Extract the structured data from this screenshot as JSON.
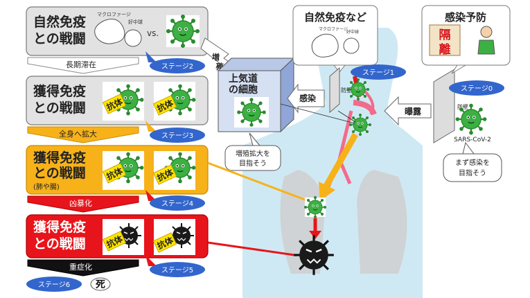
{
  "stages": {
    "s0": "ステージ0",
    "s1": "ステージ1",
    "s2": "ステージ2",
    "s3": "ステージ3",
    "s4": "ステージ4",
    "s5": "ステージ5",
    "s6": "ステージ6"
  },
  "left": {
    "innate": {
      "line1": "自然免疫",
      "line2": "との戦闘",
      "macrophage": "マクロファージ",
      "neutrophil": "好中球",
      "vs": "vs."
    },
    "acquired1": {
      "line1": "獲得免疫",
      "line2": "との戦闘"
    },
    "acquired2": {
      "line1": "獲得免疫",
      "line2": "との戦闘",
      "sub": "(肺や腸)"
    },
    "acquired3": {
      "line1": "獲得免疫",
      "line2": "との戦闘"
    },
    "antibody_chars": [
      "抗",
      "体"
    ]
  },
  "arrows": {
    "long_stay": "長期滞在",
    "spread": "全身へ拡大",
    "severe": "凶暴化",
    "critical": "重症化",
    "death": "死",
    "proliferate_chars": [
      "増",
      "殖"
    ],
    "infect": "感染",
    "expose": "曝露"
  },
  "cell": {
    "line1": "上気道",
    "line2": "の細胞"
  },
  "callouts": {
    "spread_goal_1": "増殖拡大を",
    "spread_goal_2": "目指そう",
    "infect_goal_1": "まず感染を",
    "infect_goal_2": "目指そう"
  },
  "innate_box": {
    "title": "自然免疫など",
    "macrophage": "マクロファージ",
    "neutrophil": "好中球"
  },
  "barrier": "防壁",
  "prevention": {
    "title": "感染予防",
    "isolation_chars": [
      "隔",
      "離"
    ]
  },
  "virus_label": "SARS-CoV-2",
  "colors": {
    "virus": "#3cb043",
    "severe_virus": "#1a1a1a",
    "stage_oval": "#3366cc",
    "gray_box": "#e2e2e2",
    "orange_box": "#f7b21a",
    "red_box": "#e8141b",
    "antibody": "#ffe400",
    "body": "#cfe9f4"
  }
}
